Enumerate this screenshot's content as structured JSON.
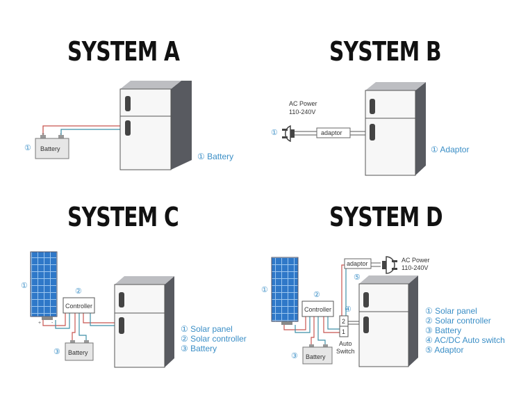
{
  "systems": {
    "a": {
      "title": "SYSTEM A",
      "battery_marker": "①",
      "battery_box": "Battery",
      "legend": [
        "① Battery"
      ]
    },
    "b": {
      "title": "SYSTEM B",
      "ac_power": "AC Power",
      "voltage": "110-240V",
      "adaptor_marker": "①",
      "adaptor_box": "adaptor",
      "legend": [
        "① Adaptor"
      ]
    },
    "c": {
      "title": "SYSTEM C",
      "solar_marker": "①",
      "controller_marker": "②",
      "controller_box": "Controller",
      "battery_marker": "③",
      "battery_box": "Battery",
      "legend": [
        "① Solar panel",
        "② Solar controller",
        "③ Battery"
      ]
    },
    "d": {
      "title": "SYSTEM D",
      "solar_marker": "①",
      "controller_marker": "②",
      "controller_box": "Controller",
      "battery_marker": "③",
      "battery_box": "Battery",
      "switch_marker": "④",
      "adaptor_marker": "⑤",
      "adaptor_box": "adaptor",
      "ac_power": "AC Power",
      "voltage": "110-240V",
      "switch_labels": [
        "2",
        "1"
      ],
      "auto": "Auto",
      "switch": "Switch",
      "legend": [
        "① Solar panel",
        "② Solar controller",
        "③ Battery",
        "④ AC/DC Auto switch",
        "⑤ Adaptor"
      ]
    }
  },
  "colors": {
    "fridge_body": "#f7f7f7",
    "fridge_side": "#585a60",
    "positive_wire": "#c8554f",
    "negative_wire": "#3f8fa6",
    "solar_panel": "#2f78c8",
    "label": "#3a8ec6"
  }
}
